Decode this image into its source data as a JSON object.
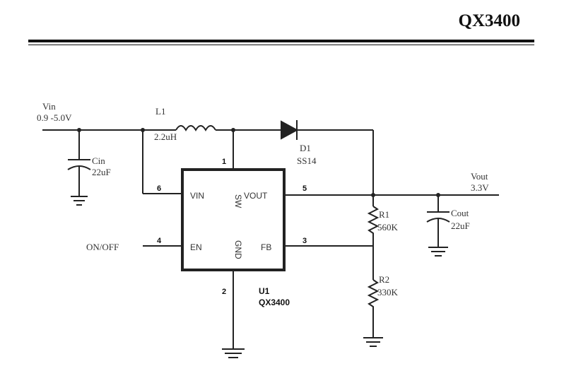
{
  "header": {
    "title": "QX3400"
  },
  "inputs": {
    "vin_label": "Vin",
    "vin_range": "0.9 -5.0V",
    "enable_label": "ON/OFF"
  },
  "output": {
    "vout_label": "Vout",
    "vout_value": "3.3V"
  },
  "components": {
    "inductor": {
      "ref": "L1",
      "value": "2.2uH"
    },
    "diode": {
      "ref": "D1",
      "value": "SS14"
    },
    "cin": {
      "ref": "Cin",
      "value": "22uF"
    },
    "cout": {
      "ref": "Cout",
      "value": "22uF"
    },
    "r1": {
      "ref": "R1",
      "value": "560K"
    },
    "r2": {
      "ref": "R2",
      "value": "330K"
    }
  },
  "ic": {
    "ref": "U1",
    "part": "QX3400",
    "pins": {
      "vin": {
        "name": "VIN",
        "num": "6"
      },
      "sw": {
        "name": "SW",
        "num": "1"
      },
      "vout": {
        "name": "VOUT",
        "num": "5"
      },
      "en": {
        "name": "EN",
        "num": "4"
      },
      "gnd": {
        "name": "GND",
        "num": "2"
      },
      "fb": {
        "name": "FB",
        "num": "3"
      }
    }
  }
}
